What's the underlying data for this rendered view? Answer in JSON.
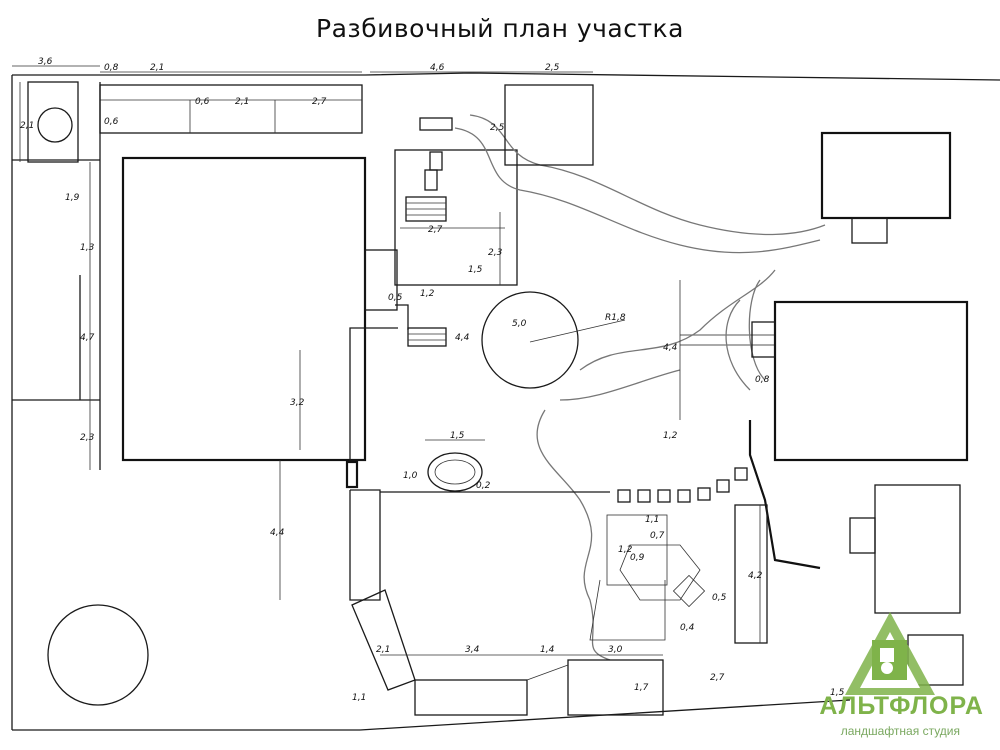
{
  "title": "Разбивочный план участка",
  "dimensions": {
    "d_top_1": "3,6",
    "d_top_2": "0,8",
    "d_top_3": "2,1",
    "d_top_4": "4,6",
    "d_top_5": "2,5",
    "d_top_6": "2,1",
    "d_top_7": "0,6",
    "d_top_8": "2,1",
    "d_top_9": "2,7",
    "d_top_10": "0,6",
    "d_top_11": "2,5",
    "d_left_1": "1,9",
    "d_left_2": "1,3",
    "d_left_3": "4,7",
    "d_left_4": "2,3",
    "d_center_1": "2,7",
    "d_center_2": "2,3",
    "d_center_3": "1,5",
    "d_center_4": "0,5",
    "d_center_5": "1,2",
    "d_center_6": "4,4",
    "d_center_7": "5,0",
    "d_radius": "R1,8",
    "d_center_8": "3,2",
    "d_center_9": "1,5",
    "d_center_10": "1,0",
    "d_center_11": "0,2",
    "d_left_long": "4,4",
    "d_right_1": "4,4",
    "d_right_2": "0,8",
    "d_right_3": "1,2",
    "d_mid_1": "1,1",
    "d_mid_2": "0,7",
    "d_mid_3": "1,2",
    "d_mid_4": "0,9",
    "d_mid_5": "0,5",
    "d_mid_6": "0,4",
    "d_mid_7": "4,2",
    "d_bottom_1": "2,1",
    "d_bottom_2": "3,4",
    "d_bottom_3": "1,4",
    "d_bottom_4": "3,0",
    "d_bottom_5": "1,1",
    "d_bottom_6": "1,7",
    "d_bottom_7": "2,7",
    "d_bottom_8": "1,5"
  },
  "brand": {
    "name": "АЛЬТФЛОРА",
    "subtitle": "ландшафтная студия",
    "color": "#7fb34a"
  }
}
